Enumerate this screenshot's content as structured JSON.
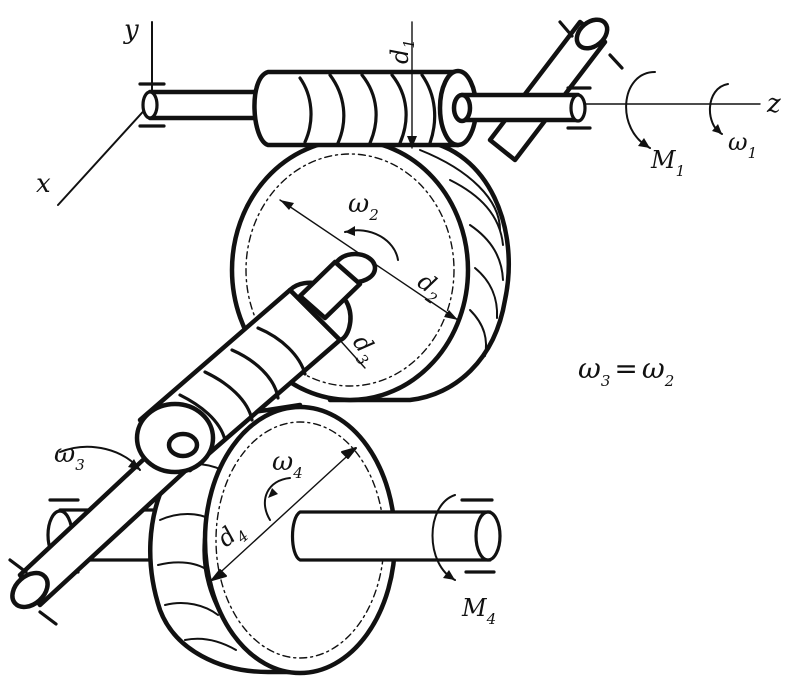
{
  "axes": {
    "x": "x",
    "y": "y",
    "z": "z"
  },
  "labels": {
    "d1": {
      "base": "d",
      "sub": "1"
    },
    "d2": {
      "base": "d",
      "sub": "2"
    },
    "d3": {
      "base": "d",
      "sub": "3"
    },
    "d4": {
      "base": "d",
      "sub": "4"
    },
    "omega1": {
      "base": "ω",
      "sub": "1"
    },
    "omega2": {
      "base": "ω",
      "sub": "2"
    },
    "omega3": {
      "base": "ω",
      "sub": "3"
    },
    "omega4": {
      "base": "ω",
      "sub": "4"
    },
    "M1": {
      "base": "M",
      "sub": "1"
    },
    "M4": {
      "base": "M",
      "sub": "4"
    }
  },
  "relation": {
    "lhs": "ω",
    "lhs_sub": "3",
    "eq": "=",
    "rhs": "ω",
    "rhs_sub": "2"
  },
  "colors": {
    "ink": "#111111",
    "paper": "#ffffff"
  }
}
